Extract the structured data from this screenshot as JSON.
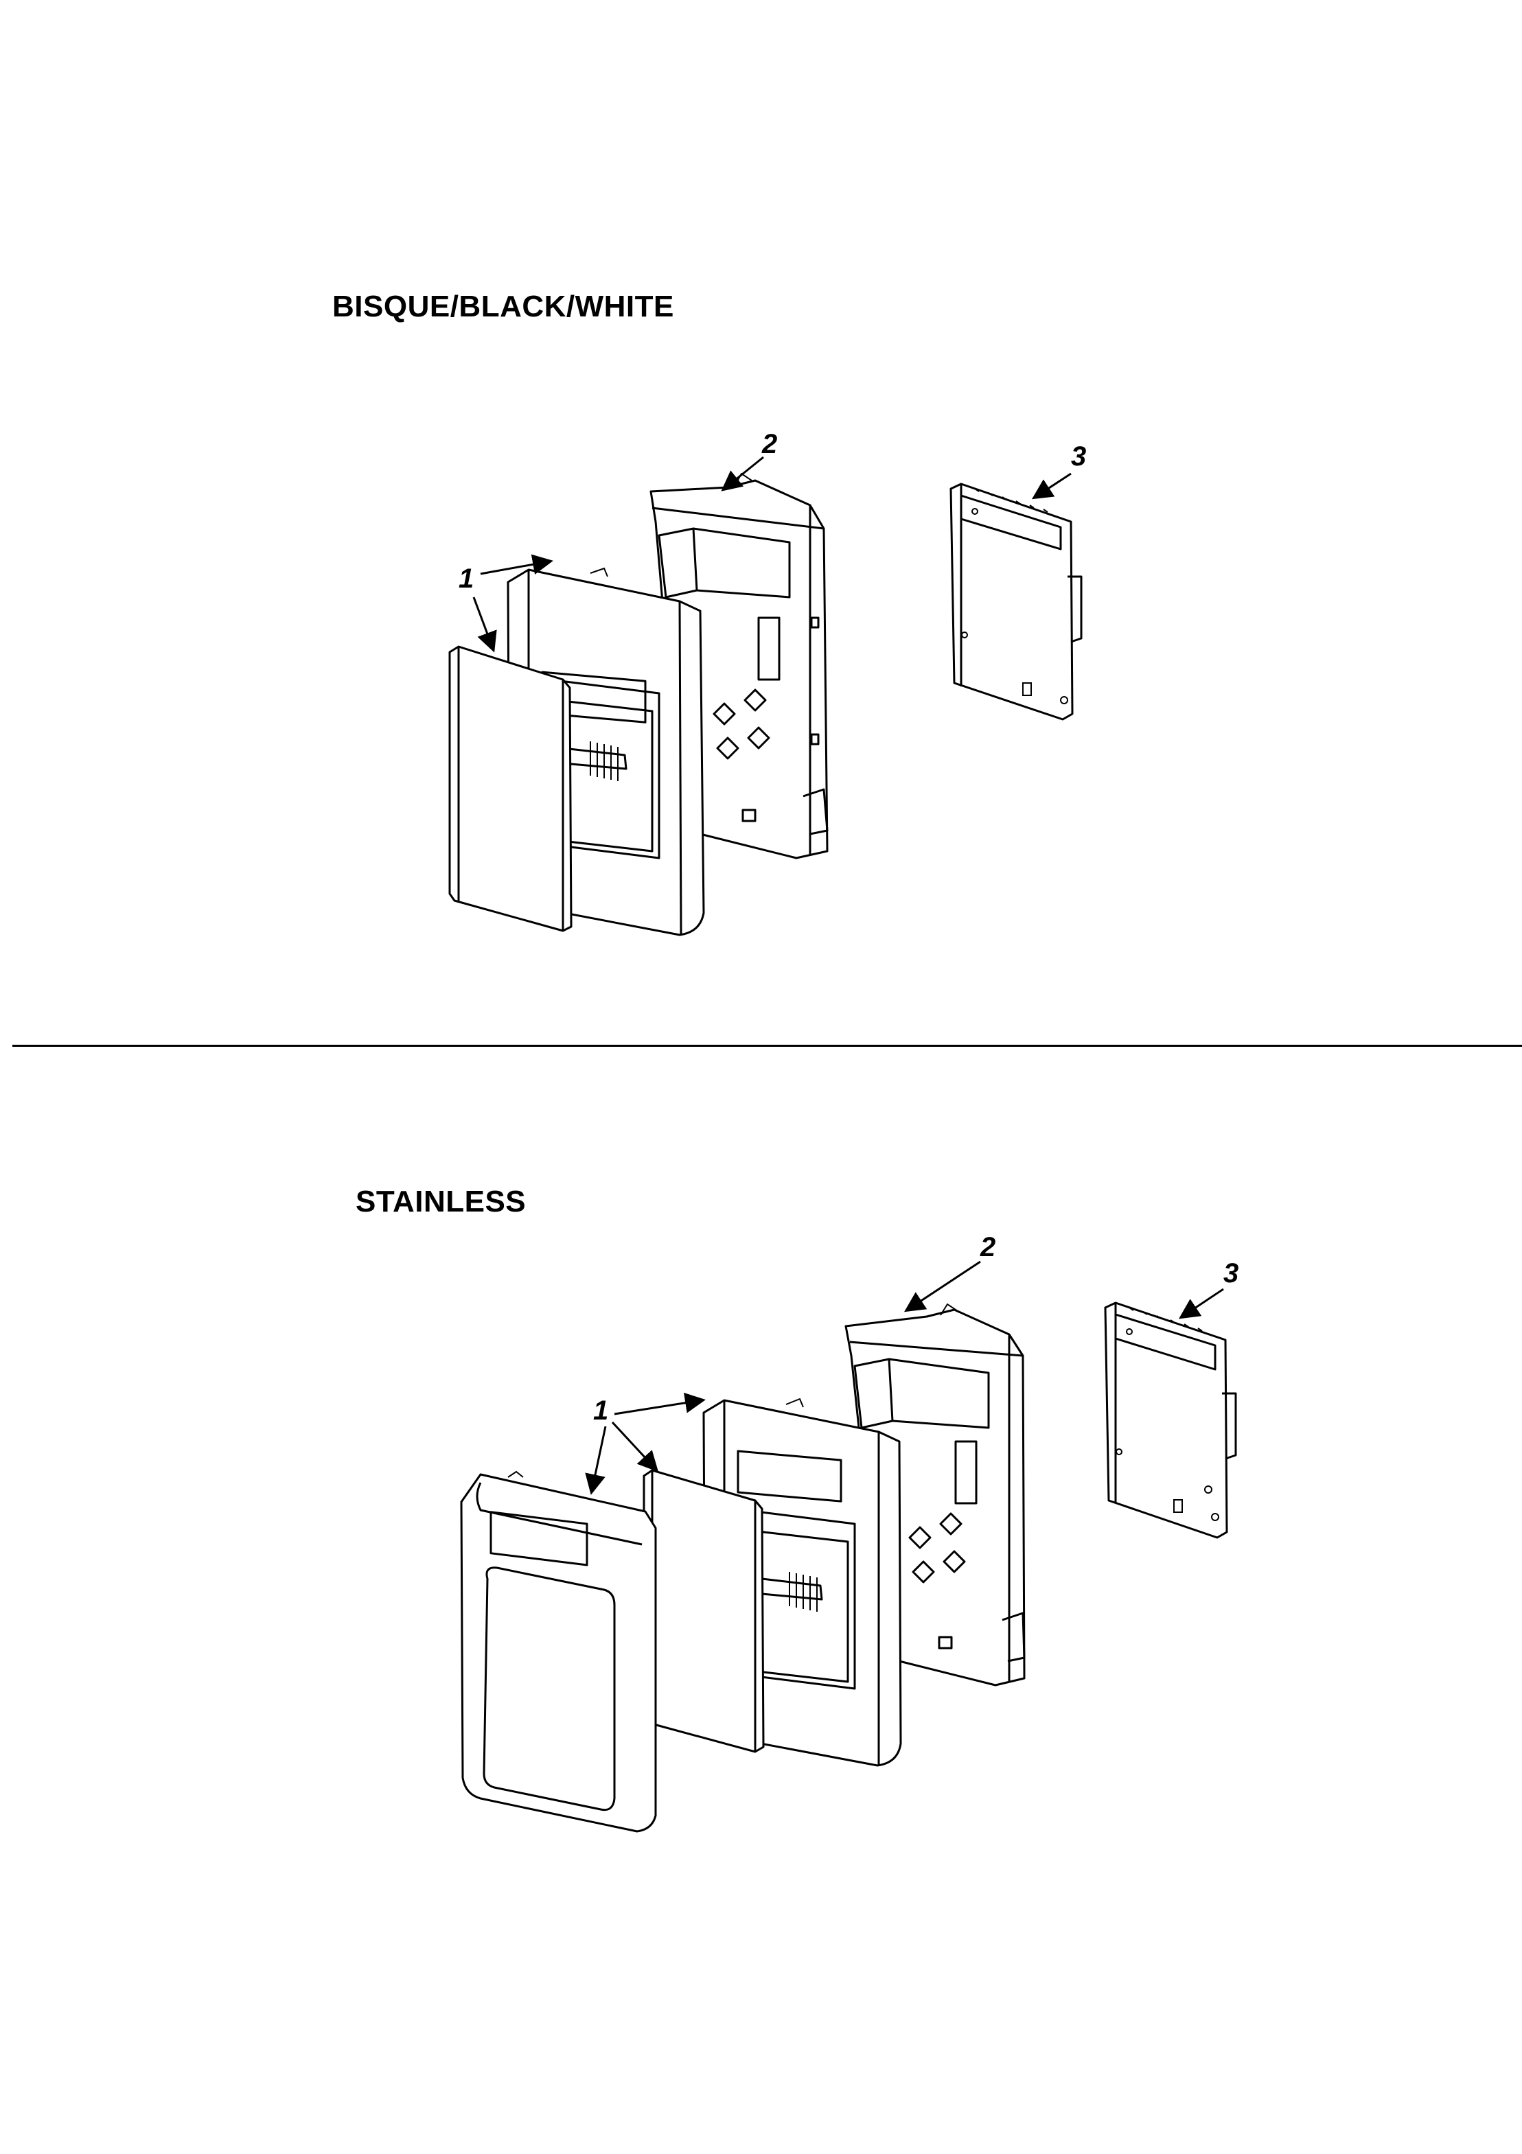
{
  "sections": [
    {
      "title": "BISQUE/BLACK/WHITE",
      "callouts": [
        "1",
        "2",
        "3"
      ]
    },
    {
      "title": "STAINLESS",
      "callouts": [
        "1",
        "2",
        "3"
      ]
    }
  ]
}
